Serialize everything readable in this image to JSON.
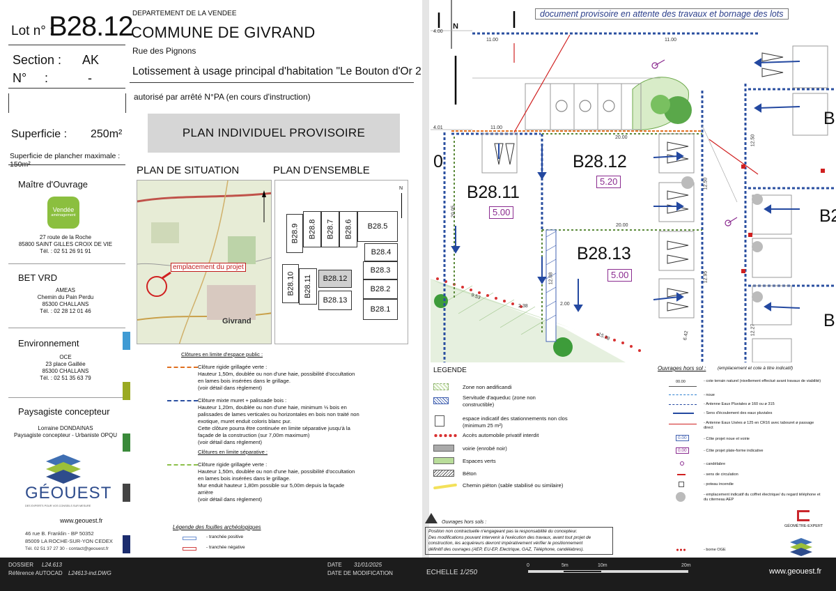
{
  "lot": {
    "label": "Lot n° :",
    "number": "B28.12"
  },
  "section": {
    "label": "Section :",
    "value": "AK",
    "n_label": "N°",
    "n_colon": ":",
    "n_value": "-"
  },
  "superficie": {
    "label": "Superficie :",
    "value": "250m²",
    "plancher": "Superficie de plancher maximale : 150m²"
  },
  "maitre": {
    "title": "Maître d'Ouvrage",
    "logo_top": "Vendée",
    "logo_bottom": "aménagement",
    "address1": "27 route de la Roche",
    "address2": "85800 SAINT GILLES CROIX DE VIE",
    "tel": "Tél. : 02 51 26 91 91"
  },
  "bet": {
    "title": "BET VRD",
    "name": "AMEAS",
    "address1": "Chemin du Pain Perdu",
    "address2": "85300 CHALLANS",
    "tel": "Tél. : 02 28 12 01 46"
  },
  "environnement": {
    "title": "Environnement",
    "name": "OCE",
    "address1": "23 place Gaillée",
    "address2": "85300 CHALLANS",
    "tel": "Tél. : 02 51 35 63 79"
  },
  "paysagiste": {
    "title": "Paysagiste concepteur",
    "name": "Lorraine DONDAINAS",
    "role": "Paysagiste concepteur - Urbaniste OPQU"
  },
  "geouest": {
    "name": "GÉOUEST",
    "tagline": "DES EXPERTS POUR VOS CONSEILS SUR MESURE",
    "web": "www.geouest.fr",
    "address1": "46 rue B. Franklin - BP 50352",
    "address2": "85009 LA ROCHE-SUR-YON CEDEX",
    "contact": "Tél. 02 51 37 27 30 - contact@geouest.fr"
  },
  "header": {
    "dept": "DEPARTEMENT DE LA VENDEE",
    "commune": "COMMUNE DE GIVRAND",
    "street": "Rue des Pignons",
    "lotissement": "Lotissement à  usage principal d'habitation \"Le Bouton d'Or 2 \"",
    "arrete": "autorisé par arrêté N°PA (en cours d'instruction)",
    "banner": "PLAN INDIVIDUEL PROVISOIRE"
  },
  "situation": {
    "title": "PLAN DE SITUATION",
    "marker": "emplacement du projet",
    "town": "Givrand"
  },
  "ensemble": {
    "title": "PLAN D'ENSEMBLE",
    "north": "N",
    "lots": [
      "B28.9",
      "B28.8",
      "B28.7",
      "B28.6",
      "B28.5",
      "B28.4",
      "B28.3",
      "B28.2",
      "B28.1",
      "B28.10",
      "B28.11",
      "B28.12",
      "B28.13"
    ]
  },
  "clotures": {
    "public_title": "Clôtures en limite d'espace public :",
    "item1_title": "Clôture rigide grillagée verte :",
    "item1_lines": [
      "Hauteur 1,50m, doublée ou non d'une haie, possibilité d'occultation",
      "en lames bois insérées dans le grillage.",
      "(voir détail dans règlement)"
    ],
    "item2_title": "Clôture mixte muret + palissade bois :",
    "item2_lines": [
      "Hauteur 1,20m, doublée ou non d'une haie, minimum ⅓ bois en",
      "palissades de lames verticales ou horizontales en bois non traité non",
      "exotique, muret enduit coloris blanc pur.",
      "Cette clôture pourra être continuée en limite séparative jusqu'à la",
      "façade de la construction (sur 7,00m maximum)",
      "(voir détail dans règlement)"
    ],
    "separative_title": "Clôtures en limite séparative :",
    "item3_title": "Clôture rigide grillagée verte :",
    "item3_lines": [
      "Hauteur 1,50m, doublée ou non d'une haie, possibilité d'occultation",
      "en lames bois insérées dans le grillage.",
      "Mur enduit hauteur 1,80m possible sur 5,00m  depuis la façade",
      "arrière",
      "(voir détail dans règlement)"
    ],
    "fouilles_title": "Légende  des  fouilles  archéologiques",
    "fouille1": "- tranchée positive",
    "fouille2": "- tranchée négative"
  },
  "plan": {
    "note": "document provisoire en attente des travaux et bornage des lots",
    "north": "N",
    "lot_b2811": "B28.11",
    "lot_b2811_alt": "5.00",
    "lot_b2812": "B28.12",
    "lot_b2812_alt": "5.20",
    "lot_b2813": "B28.13",
    "lot_b2813_alt": "5.00",
    "left_edge": "0",
    "right_b1": "B",
    "right_b2": "B2",
    "right_b3": "B",
    "dims": [
      "11.00",
      "11.00",
      "11.00",
      "20.00",
      "20.00",
      "20.05",
      "12.08",
      "2.00",
      "2.38",
      "9.53",
      "15.78",
      "6.42",
      "12.50",
      "12.50",
      "12.95",
      "12.27",
      "4.00",
      "4.01"
    ]
  },
  "legende": {
    "title": "LEGENDE",
    "items": [
      "Zone non aedificandi",
      "Servitude d'aqueduc (zone non constructible)",
      "espace indicatif des stationnements non clos (minimum 25 m²)",
      "Accès automobile privatif interdit",
      "voirie (enrobé noir)",
      "Espaces verts",
      "Béton",
      "Chemin piéton (sable stabilisé ou similaire)"
    ],
    "ouvrages_title": "Ouvrages  hors sol :",
    "ouvrages_note": "(emplacement et cote à titre indicatif)",
    "right_items": [
      "- cote terrain naturel (nivellement effectué avant travaux de viabilité)",
      "- noue",
      "- Antenne Eaux Pluviales ø 160 ou ø 315",
      "- Sens d'écoulement des eaux pluviales",
      "- Antenne Eaux Usées ø 125 en CR16 avec tabouret  ø passage direct",
      "- Côte projet noue et voirie",
      "- Côte projet plate-forme indicative",
      "- candélabre",
      "- sens de circulation",
      "- poteau incendie",
      "- emplacement indicatif du coffret électrique/ du regard téléphone et du citerneau AEP",
      "- borne OGE"
    ],
    "cote_sample1": "00.00",
    "cote_sample2": "0.00",
    "cote_sample3": "0.00",
    "warning_title": "Ouvrages hors sols :",
    "warning_lines": [
      "Position non contractuelle n'engageant pas la responsabilité du concepteur.",
      "Des modifications pouvant intervenir à l'exécution des travaux, avant tout projet de",
      "construction, les acquéreurs devront impérativement vérifier le positionnement",
      "définitif des ouvrages (AEP, EU-EP, Electrique, GAZ, Téléphone, candélabres)."
    ]
  },
  "ge_logo": "GÉOMÈTRE-EXPERT",
  "footer": {
    "dossier_label": "DOSSIER",
    "dossier": "L24.613",
    "autocad_label": "Référence AUTOCAD",
    "autocad": "L24613-ind.DWG",
    "date_label": "DATE",
    "date": "31/01/2025",
    "modif_label": "DATE DE MODIFICATION",
    "modif": "-",
    "echelle_label": "ECHELLE",
    "echelle": "1/250",
    "scale_0": "0",
    "scale_5": "5m",
    "scale_10": "10m",
    "scale_20": "20m",
    "web": "www.geouest.fr"
  },
  "colors": {
    "vendee_green": "#8bbf3f",
    "bar1": "#3f9bd4",
    "bar2": "#9aaa22",
    "bar3": "#3a8a3a",
    "bar4": "#444444",
    "bar5": "#1c2d6e",
    "blue_arrow": "#2348a0",
    "lot_line": "#2a4fa0",
    "purple": "#8a2a8f"
  }
}
